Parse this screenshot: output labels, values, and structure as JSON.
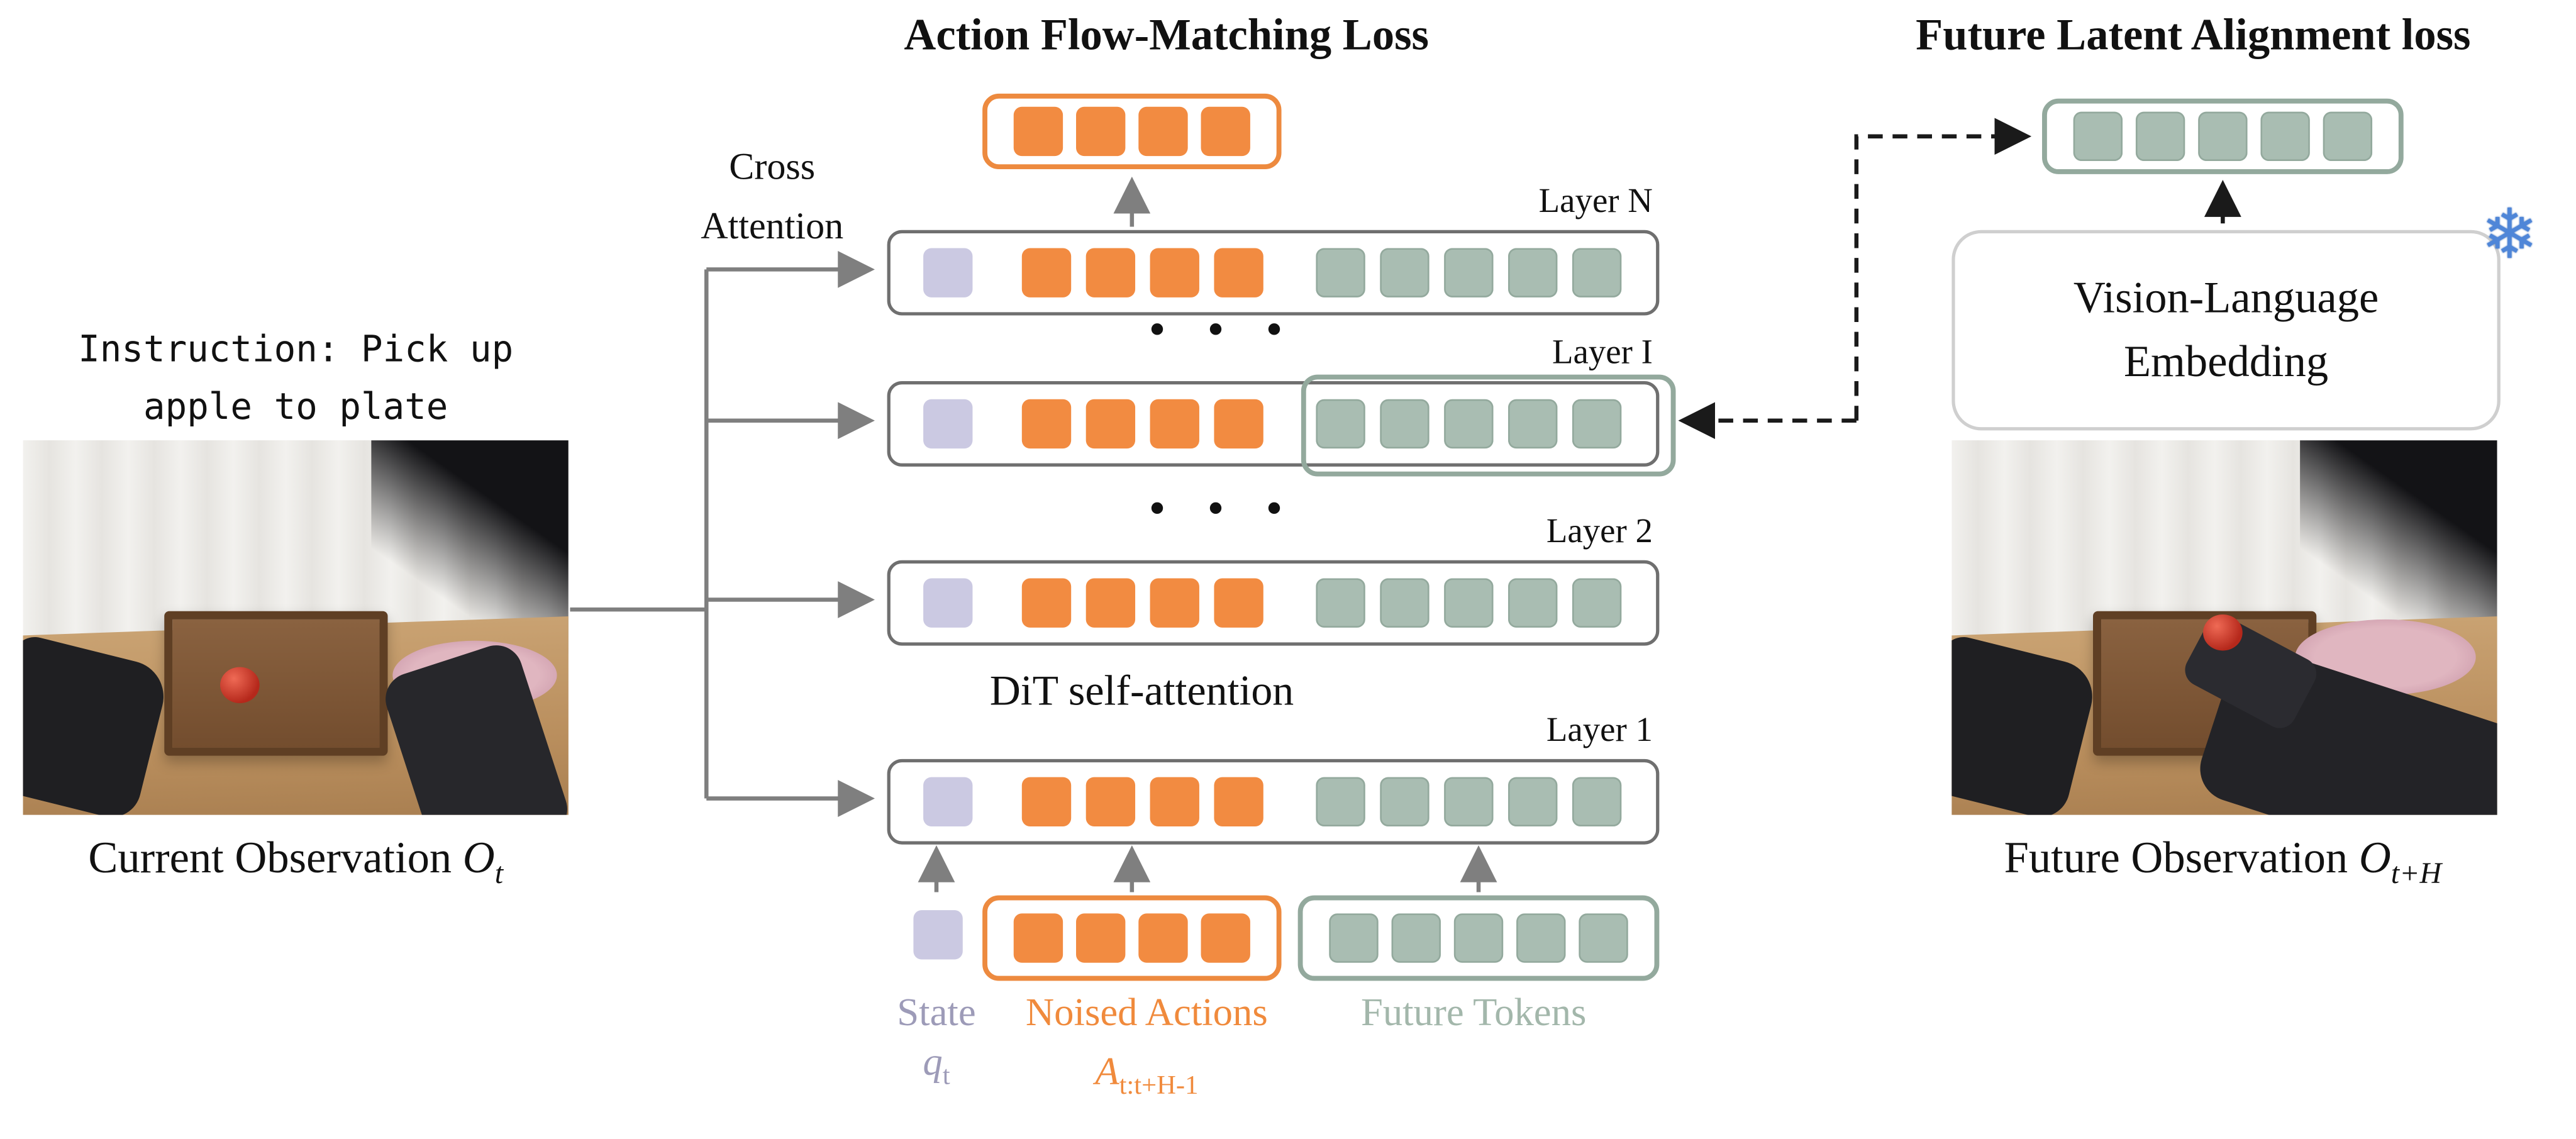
{
  "titles": {
    "flow": "Action Flow-Matching Loss",
    "align": "Future Latent Alignment loss"
  },
  "left": {
    "instruction_line1": "Instruction: Pick up",
    "instruction_line2": "apple to plate",
    "caption": "Current Observation",
    "caption_var": "O",
    "caption_sub": "t"
  },
  "right": {
    "vl_line1": "Vision-Language",
    "vl_line2": "Embedding",
    "snowflake_icon": "❄",
    "caption": "Future Observation",
    "caption_var": "O",
    "caption_sub": "t+H"
  },
  "middle": {
    "cross_attention_line1": "Cross",
    "cross_attention_line2": "Attention",
    "dit_label": "DiT self-attention",
    "dots": "• • •",
    "layers": [
      {
        "label": "Layer N"
      },
      {
        "label": "Layer I"
      },
      {
        "label": "Layer 2"
      },
      {
        "label": "Layer 1"
      }
    ],
    "tokens_per_layer": {
      "state": 1,
      "noised_actions": 4,
      "future_tokens": 5
    },
    "inputs": {
      "state_label": "State",
      "state_var": "q",
      "state_sub": "t",
      "actions_label": "Noised Actions",
      "actions_var": "A",
      "actions_sub": "t:t+H-1",
      "future_label": "Future Tokens"
    }
  },
  "colors": {
    "noised_action_orange": "#F28B41",
    "future_token_green": "#A9BDB2",
    "state_lavender": "#CBC9E2",
    "arrow_gray": "#7F7F7F",
    "snowflake_blue": "#4F86D8"
  }
}
